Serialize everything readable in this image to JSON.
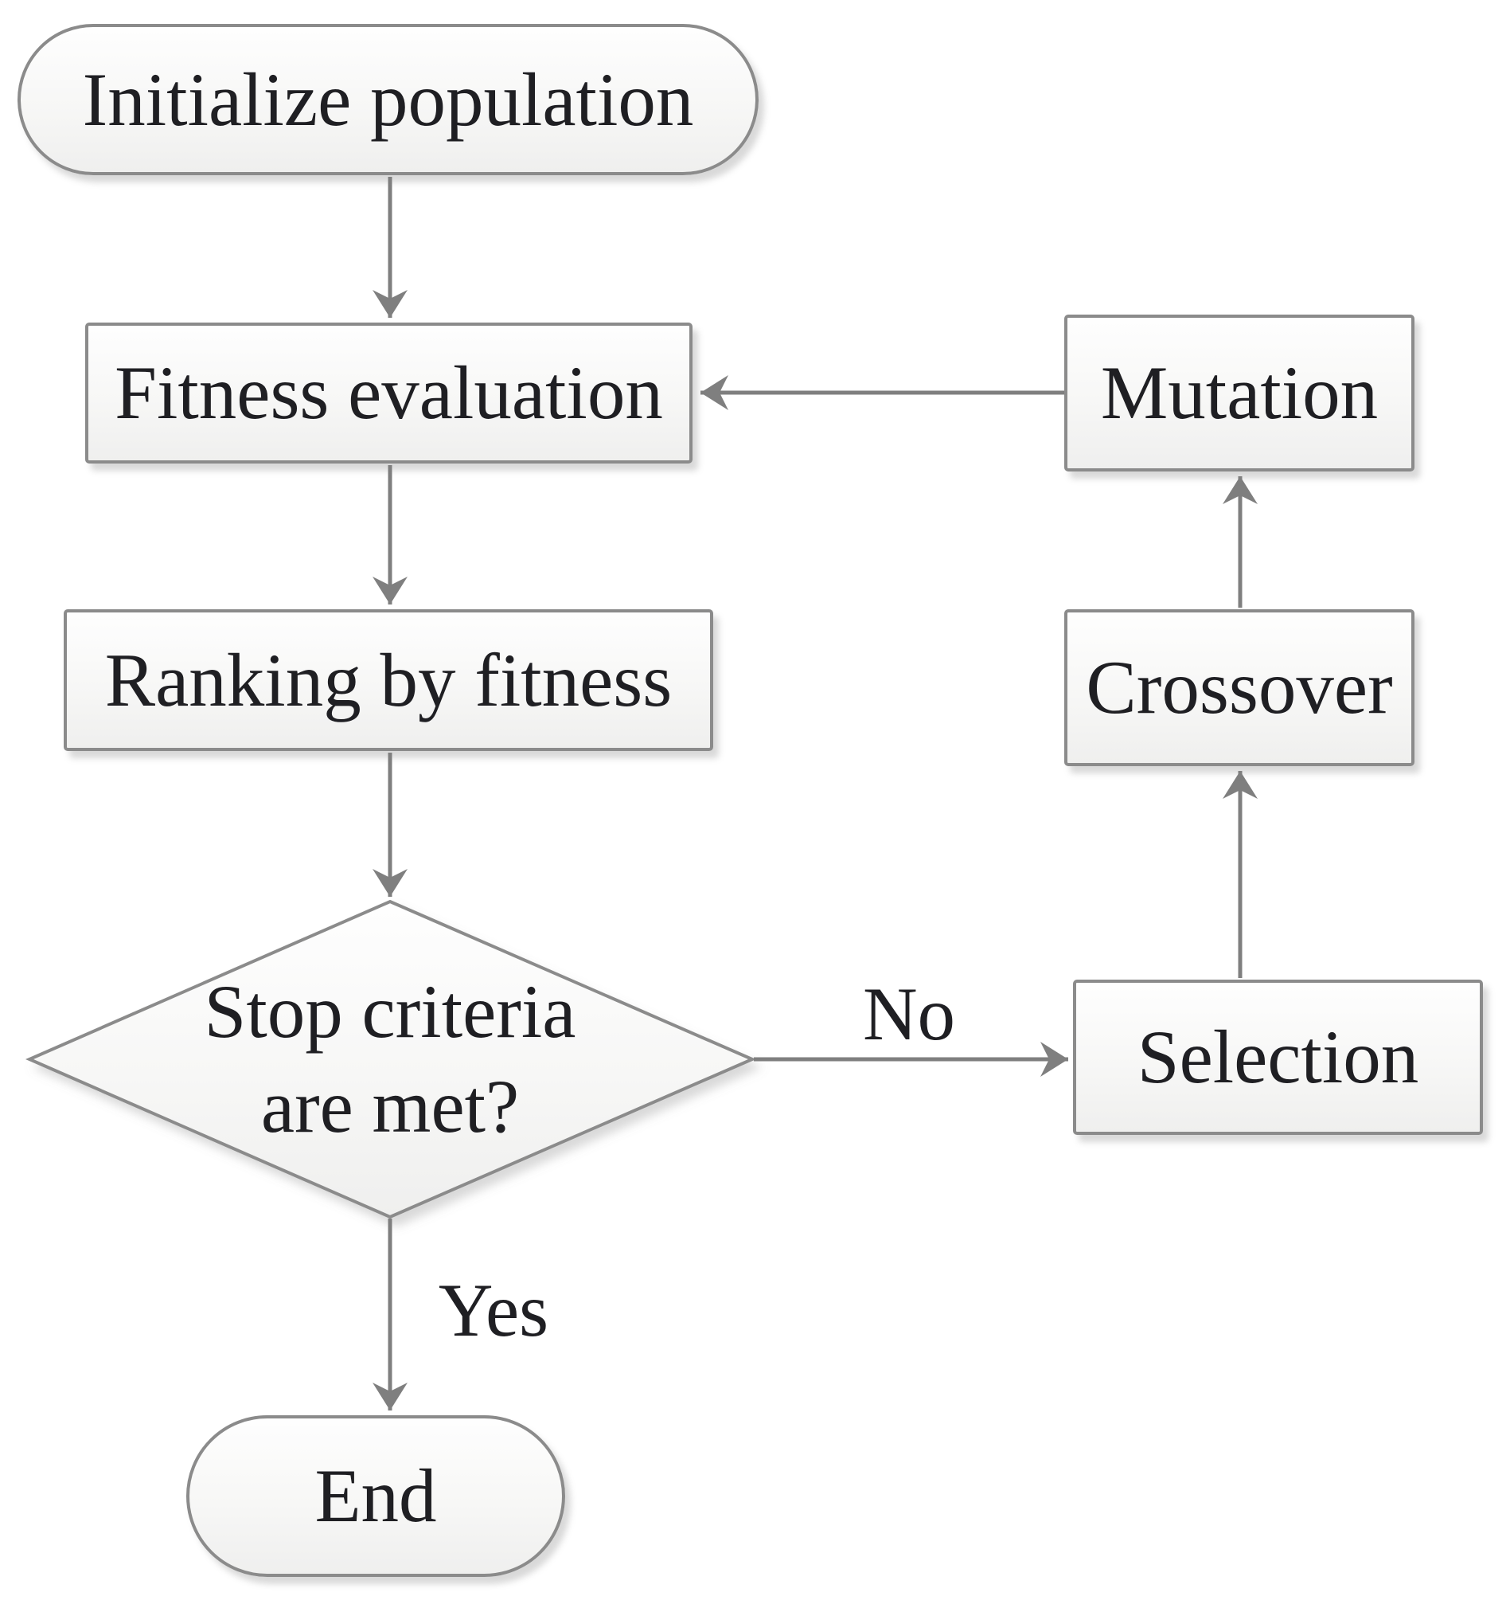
{
  "diagram": {
    "nodes": {
      "initialize": {
        "label": "Initialize population",
        "shape": "terminator"
      },
      "fitness": {
        "label": "Fitness evaluation",
        "shape": "process"
      },
      "ranking": {
        "label": "Ranking by fitness",
        "shape": "process"
      },
      "decision": {
        "label": "Stop criteria are met?",
        "shape": "decision"
      },
      "selection": {
        "label": "Selection",
        "shape": "process"
      },
      "crossover": {
        "label": "Crossover",
        "shape": "process"
      },
      "mutation": {
        "label": "Mutation",
        "shape": "process"
      },
      "end": {
        "label": "End",
        "shape": "terminator"
      }
    },
    "edge_labels": {
      "no": "No",
      "yes": "Yes"
    },
    "edges": [
      {
        "from": "initialize",
        "to": "fitness",
        "label": ""
      },
      {
        "from": "fitness",
        "to": "ranking",
        "label": ""
      },
      {
        "from": "ranking",
        "to": "decision",
        "label": ""
      },
      {
        "from": "decision",
        "to": "selection",
        "label": "No"
      },
      {
        "from": "selection",
        "to": "crossover",
        "label": ""
      },
      {
        "from": "crossover",
        "to": "mutation",
        "label": ""
      },
      {
        "from": "mutation",
        "to": "fitness",
        "label": ""
      },
      {
        "from": "decision",
        "to": "end",
        "label": "Yes"
      }
    ],
    "colors": {
      "node_border": "#8b8b8b",
      "arrow": "#7f7f7f",
      "node_fill_top": "#fefefe",
      "node_fill_bottom": "#efefee",
      "text": "#1f1f23",
      "background": "#ffffff"
    }
  }
}
